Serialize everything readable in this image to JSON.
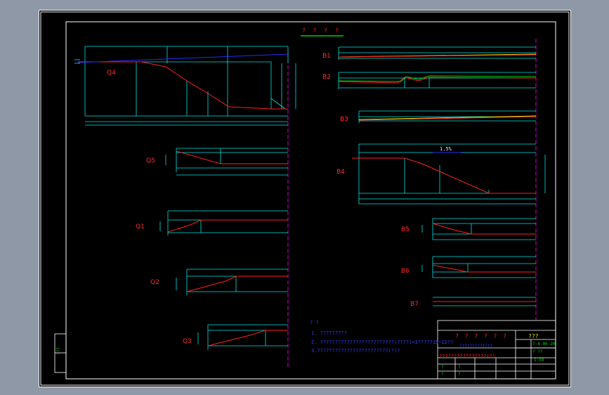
{
  "drawing": {
    "title": "? ? ? ?",
    "colors": {
      "frame": "#ffffff",
      "dim": "#00e5e5",
      "profile": "#ff2020",
      "blue": "#2a2aff",
      "green": "#00d000",
      "magenta": "#d000d0",
      "yellow": "#e0e000",
      "dimtext": "#3a3aff"
    }
  },
  "profiles": {
    "q4": "Q4",
    "q5": "Q5",
    "q1": "Q1",
    "q2": "Q2",
    "q3": "Q3",
    "b1": "B1",
    "b2": "B2",
    "b3": "B3",
    "b4": "B4",
    "b5": "B5",
    "b6": "B6",
    "b7": "B7"
  },
  "slope_label": "1.5%",
  "notes": {
    "header": "? ?",
    "line1": "1. ?????????",
    "line2": "2. ?????????????????????????(????)=1?????15~12??",
    "line3": "3.????????????????????????(?)?"
  },
  "title_block": {
    "title": "? ? ? ? ? ?",
    "subtitle": "?????????????",
    "drawing_name": "????????????????(?)",
    "code": "???",
    "date": "?-4-06-20",
    "sheet_row": "? ??",
    "scale": "1:50",
    "rows": [
      "?",
      "?",
      "?",
      "?"
    ]
  },
  "side_stamp": "???"
}
